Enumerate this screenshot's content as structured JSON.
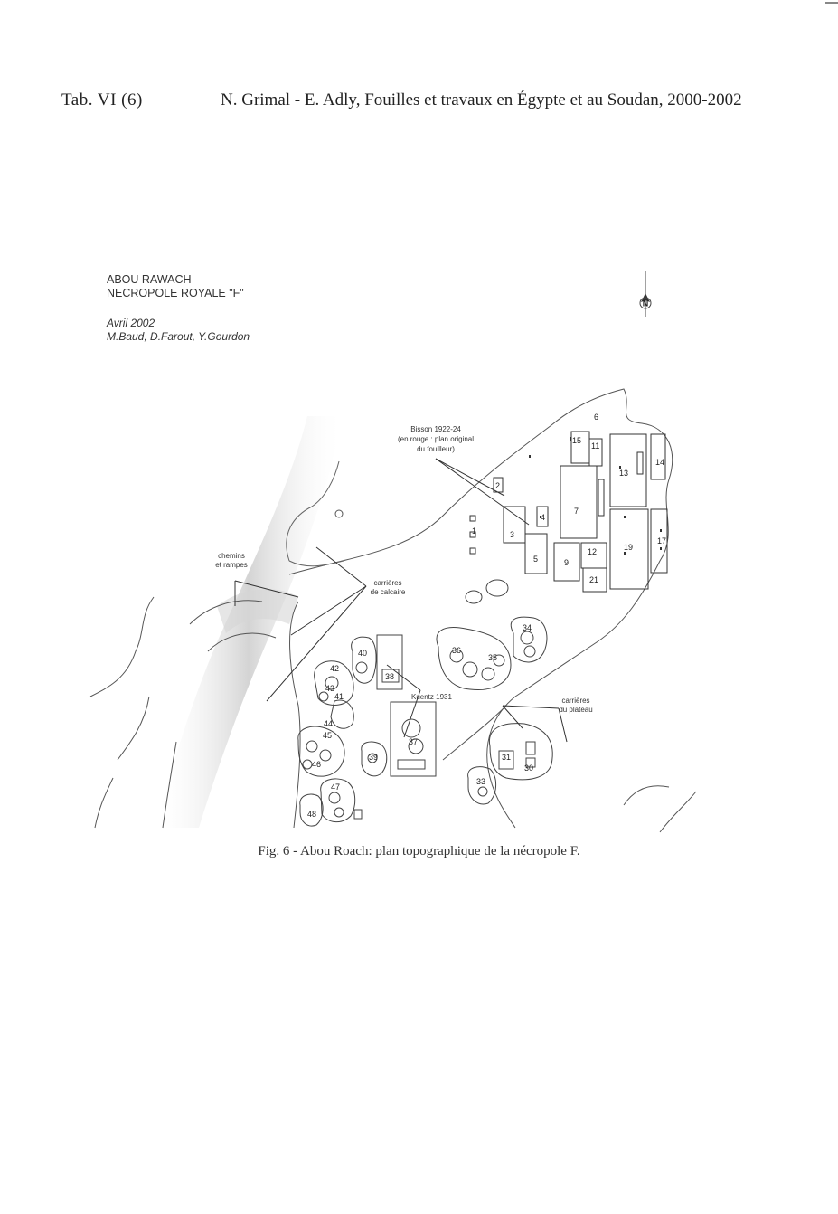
{
  "header": {
    "plate": "Tab. VI (6)",
    "running_title": "N. Grimal - E. Adly, Fouilles et travaux en Égypte et au Soudan, 2000-2002"
  },
  "map": {
    "title_line1": "ABOU RAWACH",
    "title_line2": "NECROPOLE ROYALE \"F\"",
    "date": "Avril 2002",
    "authors": "M.Baud, D.Farout, Y.Gourdon",
    "north_label": "N",
    "labels": {
      "bisson_1": "Bisson 1922-24",
      "bisson_2": "(en rouge : plan original",
      "bisson_3": "du fouilleur)",
      "chemins_1": "chemins",
      "chemins_2": "et rampes",
      "carrieres_calcaire_1": "carrières",
      "carrieres_calcaire_2": "de calcaire",
      "kuentz": "Kuentz 1931",
      "carrieres_plateau_1": "carrières",
      "carrieres_plateau_2": "du plateau"
    },
    "tomb_numbers": {
      "t1": "1",
      "t2": "2",
      "t3": "3",
      "t4": "4",
      "t5": "5",
      "t6": "6",
      "t7": "7",
      "t9": "9",
      "t11": "11",
      "t12": "12",
      "t13": "13",
      "t14": "14",
      "t15": "15",
      "t17": "17",
      "t19": "19",
      "t21": "21",
      "t30": "30",
      "t31": "31",
      "t33": "33",
      "t34": "34",
      "t35": "35",
      "t36": "36",
      "t37": "37",
      "t38": "38",
      "t39": "39",
      "t40": "40",
      "t41": "41",
      "t42": "42",
      "t43": "43",
      "t44": "44",
      "t45": "45",
      "t46": "46",
      "t47": "47",
      "t48": "48"
    }
  },
  "caption": "Fig. 6 - Abou Roach: plan topographique de la nécropole F."
}
